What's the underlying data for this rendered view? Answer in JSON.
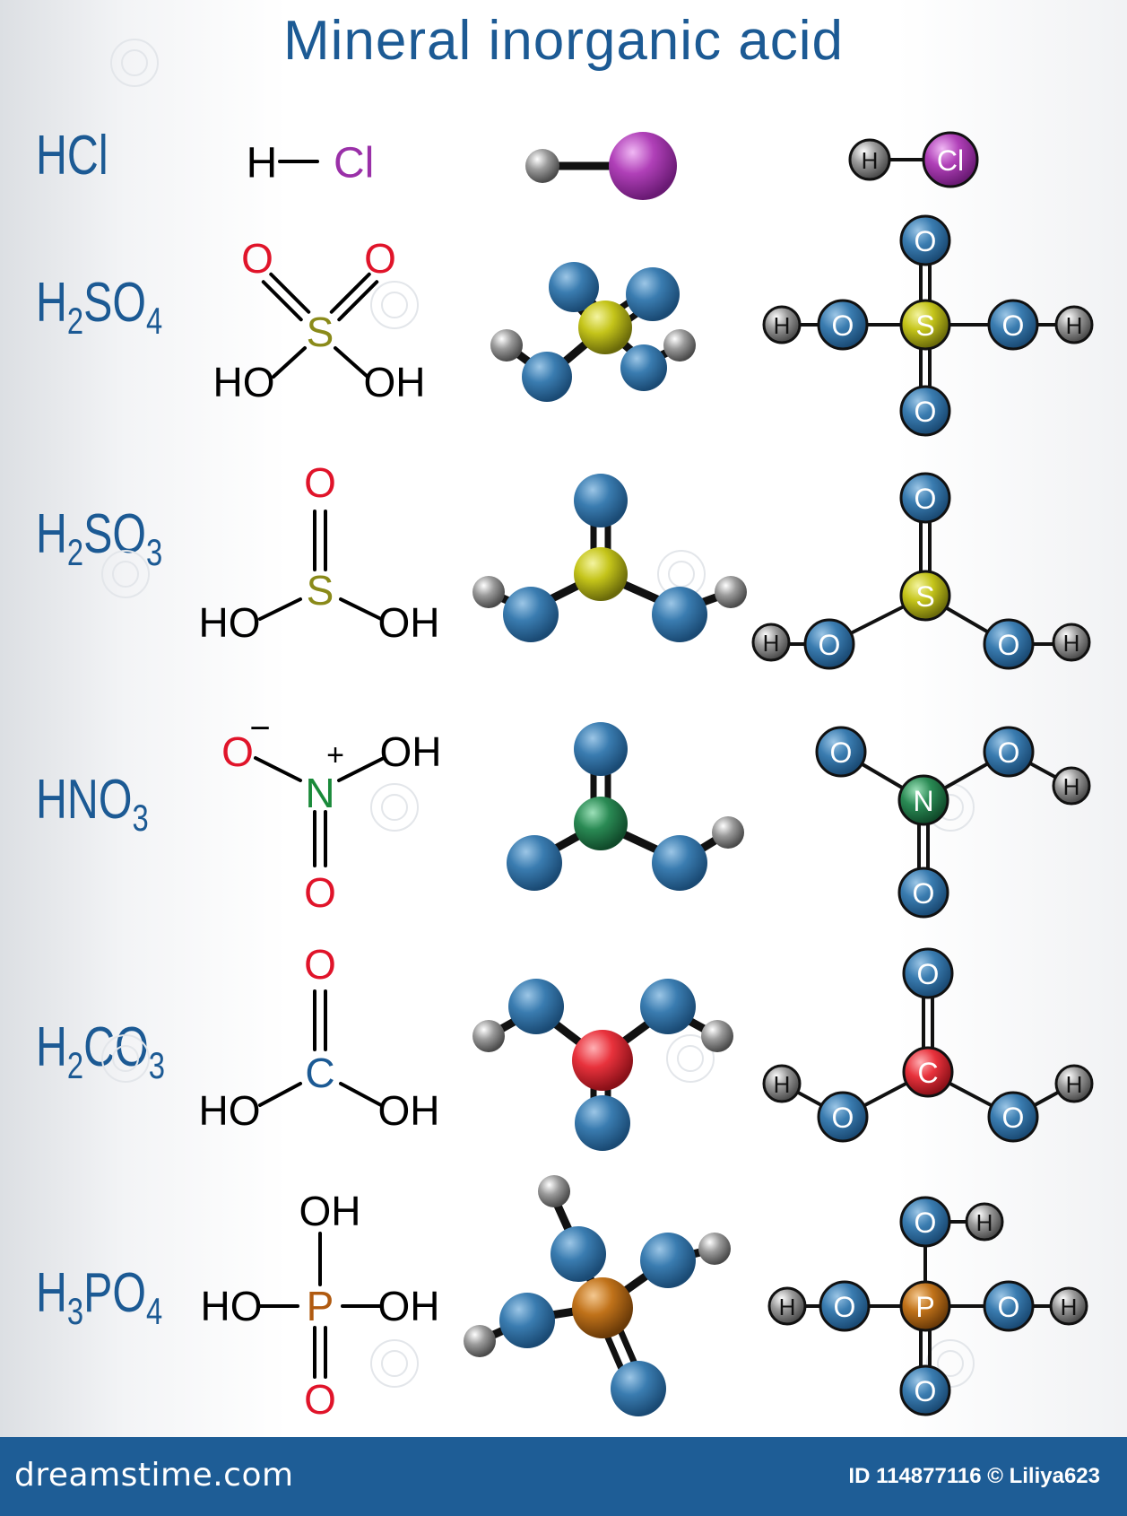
{
  "title": "Mineral inorganic acid",
  "rows": [
    {
      "formula_parts": [
        "HCl"
      ],
      "name": "HCl"
    },
    {
      "formula_parts": [
        "H",
        "2",
        "SO",
        "4"
      ]
    },
    {
      "formula_parts": [
        "H",
        "2",
        "SO",
        "3"
      ]
    },
    {
      "formula_parts": [
        "HNO",
        "3"
      ]
    },
    {
      "formula_parts": [
        "H",
        "2",
        "CO",
        "3"
      ]
    },
    {
      "formula_parts": [
        "H",
        "3",
        "PO",
        "4"
      ]
    }
  ],
  "atom_labels": {
    "H": "H",
    "Cl": "Cl",
    "O": "O",
    "S": "S",
    "N": "N",
    "C": "C",
    "P": "P",
    "HO": "HO",
    "OH": "OH",
    "minus": "−",
    "plus": "+"
  },
  "colors": {
    "title": "#1c5a94",
    "H_ball": "#8a8a8a",
    "O_ball": "#2f6c9c",
    "Cl_ball": "#b040b8",
    "S_ball": "#b8b81a",
    "N_ball": "#227a4a",
    "C_ball": "#e8323c",
    "P_ball": "#b86a10",
    "skeletal_O": "#e0142a",
    "skeletal_S": "#8a8a1a",
    "skeletal_N": "#1a8a3a",
    "skeletal_C": "#1c5a94",
    "skeletal_P": "#b05a10",
    "skeletal_Cl": "#9a30a8"
  },
  "footer": {
    "logo": "dreamstime.com",
    "id_text": "ID 114877116 © Liliya623"
  }
}
